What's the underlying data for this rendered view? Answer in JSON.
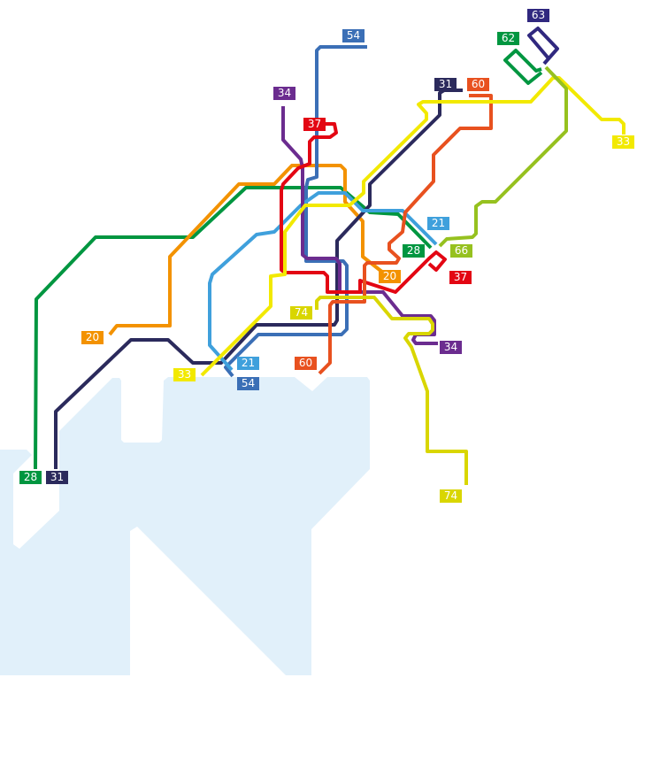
{
  "colors": {
    "water": "#e1f0fa"
  },
  "routes": {
    "r20": {
      "number": "20",
      "color": "#f39200"
    },
    "r21": {
      "number": "21",
      "color": "#3fa0dc"
    },
    "r28": {
      "number": "28",
      "color": "#009640"
    },
    "r31": {
      "number": "31",
      "color": "#2b2a5c"
    },
    "r33": {
      "number": "33",
      "color": "#f2e900"
    },
    "r34": {
      "number": "34",
      "color": "#6b2c8f"
    },
    "r37": {
      "number": "37",
      "color": "#e30613"
    },
    "r54": {
      "number": "54",
      "color": "#3b6fb6"
    },
    "r60": {
      "number": "60",
      "color": "#e8511f"
    },
    "r62": {
      "number": "62",
      "color": "#009640"
    },
    "r63": {
      "number": "63",
      "color": "#30287f"
    },
    "r66": {
      "number": "66",
      "color": "#96c11f"
    },
    "r74": {
      "number": "74",
      "color": "#d9d600"
    }
  }
}
